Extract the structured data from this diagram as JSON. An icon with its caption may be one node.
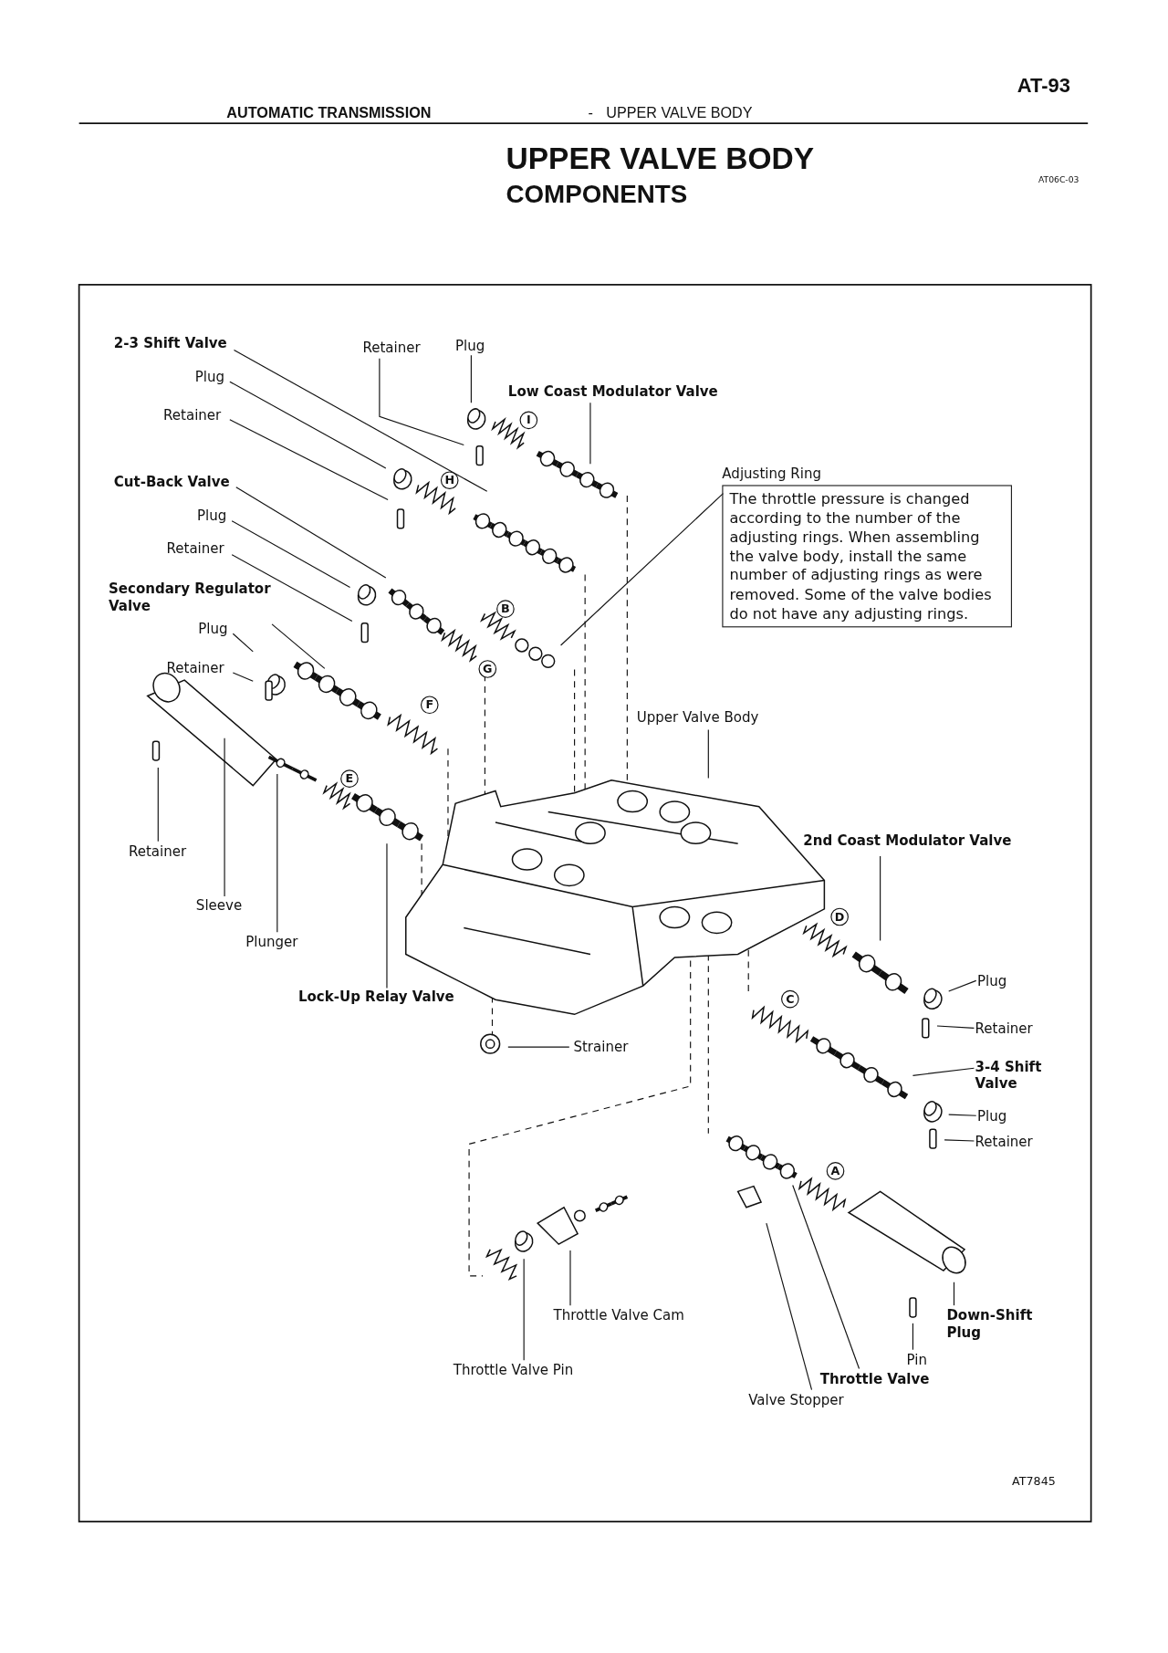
{
  "diagram": {
    "title": "UPPER VALVE BODY",
    "nodes": [
      {
        "text": [
          "2-3 Shift Valve"
        ]
      },
      {
        "text": [
          "Plug"
        ]
      },
      {
        "text": [
          "Retainer"
        ]
      },
      {
        "text": [
          "Cut-Back Valve"
        ]
      },
      {
        "text": [
          "Plug"
        ]
      },
      {
        "text": [
          "Retainer"
        ]
      },
      {
        "text": [
          "Secondary Regulator Valve"
        ]
      },
      {
        "text": [
          "Plug"
        ]
      },
      {
        "text": [
          "Retainer"
        ]
      },
      {
        "text": [
          "Retainer"
        ]
      },
      {
        "text": [
          "Plug"
        ]
      },
      {
        "text": [
          "Low Coast Modulator Valve"
        ]
      },
      {
        "text": [
          "Adjusting Ring",
          "The throttle pressure is changed according to the number of the adjusting rings. When assembling the valve body, install the same number of adjusting rings as were removed. Some of the valve bodies do not have any adjusting rings."
        ]
      },
      {
        "text": [
          "Retainer"
        ]
      },
      {
        "text": [
          "Sleeve"
        ]
      },
      {
        "text": [
          "Plunger"
        ]
      },
      {
        "text": [
          "Lock-Up Relay Valve"
        ]
      },
      {
        "text": [
          "Upper Valve Body"
        ]
      },
      {
        "text": [
          "2nd Coast Modulator Valve"
        ]
      },
      {
        "text": [
          "Strainer"
        ]
      },
      {
        "text": [
          "Plug"
        ]
      },
      {
        "text": [
          "Retainer"
        ]
      },
      {
        "text": [
          "3-4 Shift Valve"
        ]
      },
      {
        "text": [
          "Plug"
        ]
      },
      {
        "text": [
          "Retainer"
        ]
      },
      {
        "text": [
          "Throttle Valve Cam"
        ]
      },
      {
        "text": [
          "Throttle Valve Pin"
        ]
      },
      {
        "text": [
          "Down-Shift Plug"
        ]
      },
      {
        "text": [
          "Pin"
        ]
      },
      {
        "text": [
          "Throttle Valve"
        ]
      },
      {
        "text": [
          "Valve Stopper"
        ]
      }
    ],
    "edges": [
      {
        "from": 0,
        "to": null,
        "arrow": "none"
      },
      {
        "from": 1,
        "to": null,
        "arrow": "none"
      },
      {
        "from": 2,
        "to": null,
        "arrow": "none"
      },
      {
        "from": 3,
        "to": null,
        "arrow": "none"
      },
      {
        "from": 4,
        "to": null,
        "arrow": "none"
      },
      {
        "from": 5,
        "to": null,
        "arrow": "none"
      },
      {
        "from": 6,
        "to": null,
        "arrow": "none"
      },
      {
        "from": 7,
        "to": null,
        "arrow": "none"
      },
      {
        "from": 8,
        "to": null,
        "arrow": "none"
      },
      {
        "from": 9,
        "to": null,
        "arrow": "none"
      },
      {
        "from": 10,
        "to": null,
        "arrow": "none"
      },
      {
        "from": 11,
        "to": null,
        "arrow": "none"
      },
      {
        "from": 12,
        "to": null,
        "arrow": "none"
      },
      {
        "from": 13,
        "to": null,
        "arrow": "none"
      },
      {
        "from": 14,
        "to": null,
        "arrow": "none"
      },
      {
        "from": 15,
        "to": null,
        "arrow": "none"
      },
      {
        "from": 16,
        "to": null,
        "arrow": "none"
      },
      {
        "from": 17,
        "to": null,
        "arrow": "none"
      },
      {
        "from": 18,
        "to": null,
        "arrow": "none"
      },
      {
        "from": 19,
        "to": null,
        "arrow": "none"
      },
      {
        "from": 20,
        "to": null,
        "arrow": "none"
      },
      {
        "from": 21,
        "to": null,
        "arrow": "none"
      },
      {
        "from": 22,
        "to": null,
        "arrow": "none"
      },
      {
        "from": 23,
        "to": null,
        "arrow": "none"
      },
      {
        "from": 24,
        "to": null,
        "arrow": "none"
      },
      {
        "from": 25,
        "to": null,
        "arrow": "none"
      },
      {
        "from": 26,
        "to": null,
        "arrow": "none"
      },
      {
        "from": 27,
        "to": null,
        "arrow": "none"
      },
      {
        "from": 28,
        "to": null,
        "arrow": "none"
      },
      {
        "from": 29,
        "to": null,
        "arrow": "none"
      },
      {
        "from": 30,
        "to": null,
        "arrow": "none"
      }
    ],
    "labels": [
      "AT-93",
      "AUTOMATIC TRANSMISSION",
      "-",
      "UPPER VALVE BODY",
      "COMPONENTS",
      "AT06C-03",
      "I",
      "H",
      "B",
      "G",
      "F",
      "E",
      "D",
      "C",
      "A",
      "AT7845"
    ]
  }
}
